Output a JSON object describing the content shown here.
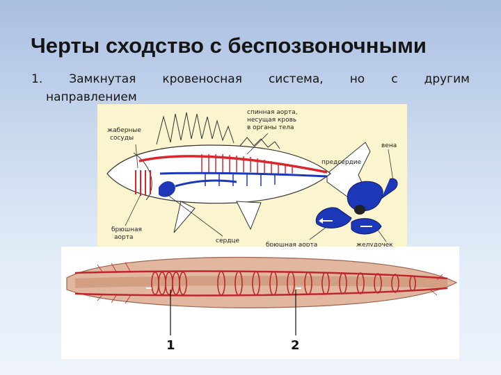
{
  "slide": {
    "title": "Черты сходство с беспозвоночными",
    "point_number": "1.",
    "point_words": [
      "Замкнутая",
      "кровеносная",
      "система,",
      "но",
      "с",
      "другим"
    ],
    "point_line2": "направлением"
  },
  "fish_figure": {
    "labels": {
      "dorsal_aorta_1": "спинная аорта,",
      "dorsal_aorta_2": "несущая кровь",
      "dorsal_aorta_3": "в органы тела",
      "gill_vessels_1": "жаберные",
      "gill_vessels_2": "сосуды",
      "vein": "вена",
      "atrium": "предсердие",
      "ventral_aorta_left_1": "брюшная",
      "ventral_aorta_left_2": "аорта",
      "heart": "сердце",
      "ventral_aorta": "брюшная аорта",
      "ventricle": "желудочек"
    }
  },
  "worm_figure": {
    "labels": {
      "label_1": "1",
      "label_2": "2"
    }
  },
  "colors": {
    "vessel_red": "#d8262c",
    "vessel_blue": "#1c38b8",
    "fish_bg": "#fbf5cf",
    "worm_body": "#e2b79f"
  }
}
